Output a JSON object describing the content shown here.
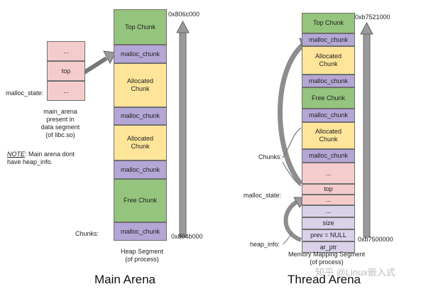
{
  "main_arena": {
    "state_cells": [
      "...",
      "top",
      "..."
    ],
    "malloc_state_label": "malloc_state:",
    "description": [
      "main_arena",
      "present in",
      "data segment",
      "(of libc.so)"
    ],
    "note_prefix": "NOTE",
    "note_text": [
      ": Main arena dont",
      "have heap_info."
    ],
    "chunks_label": "Chunks:",
    "heap_chunks": [
      {
        "label": "Top Chunk",
        "kind": "top"
      },
      {
        "label": "malloc_chunk",
        "kind": "header"
      },
      {
        "label": "Allocated Chunk",
        "kind": "allocated"
      },
      {
        "label": "malloc_chunk",
        "kind": "header"
      },
      {
        "label": "Allocated Chunk",
        "kind": "allocated"
      },
      {
        "label": "malloc_chunk",
        "kind": "header"
      },
      {
        "label": "Free Chunk",
        "kind": "free"
      },
      {
        "label": "malloc_chunk",
        "kind": "header"
      }
    ],
    "addr_top": "0x806c000",
    "addr_bottom": "0x804b000",
    "segment_caption": [
      "Heap Segment",
      "(of process)"
    ],
    "title": "Main Arena"
  },
  "thread_arena": {
    "chunks": [
      {
        "label": "Top Chunk",
        "kind": "top"
      },
      {
        "label": "malloc_chunk",
        "kind": "header"
      },
      {
        "label": "Allocated Chunk",
        "kind": "allocated"
      },
      {
        "label": "malloc_chunk",
        "kind": "header"
      },
      {
        "label": "Free Chunk",
        "kind": "free"
      },
      {
        "label": "malloc_chunk",
        "kind": "header"
      },
      {
        "label": "Allocated Chunk",
        "kind": "allocated"
      },
      {
        "label": "malloc_chunk",
        "kind": "header"
      },
      {
        "label": "...",
        "kind": "state"
      },
      {
        "label": "top",
        "kind": "state"
      },
      {
        "label": "...",
        "kind": "state"
      },
      {
        "label": "...",
        "kind": "info"
      },
      {
        "label": "size",
        "kind": "info"
      },
      {
        "label": "prev = NULL",
        "kind": "info"
      },
      {
        "label": "ar_ptr",
        "kind": "info"
      }
    ],
    "addr_top": "0xb7521000",
    "addr_bottom": "0xb7500000",
    "chunks_label": "Chunks:",
    "malloc_state_label": "malloc_state:",
    "heap_info_label": "heap_info:",
    "segment_caption": [
      "Memory Mapping Segment",
      "(of process)"
    ],
    "title": "Thread Arena"
  },
  "watermark": "知乎 @Linux嵌入式",
  "colors": {
    "top": "#94c47d",
    "free": "#94c47d",
    "header": "#b4a7d6",
    "allocated": "#ffe599",
    "state": "#f4cccc",
    "info": "#d9d2e9",
    "border": "#6f6f6f",
    "arrow": "#8a8a8a"
  }
}
